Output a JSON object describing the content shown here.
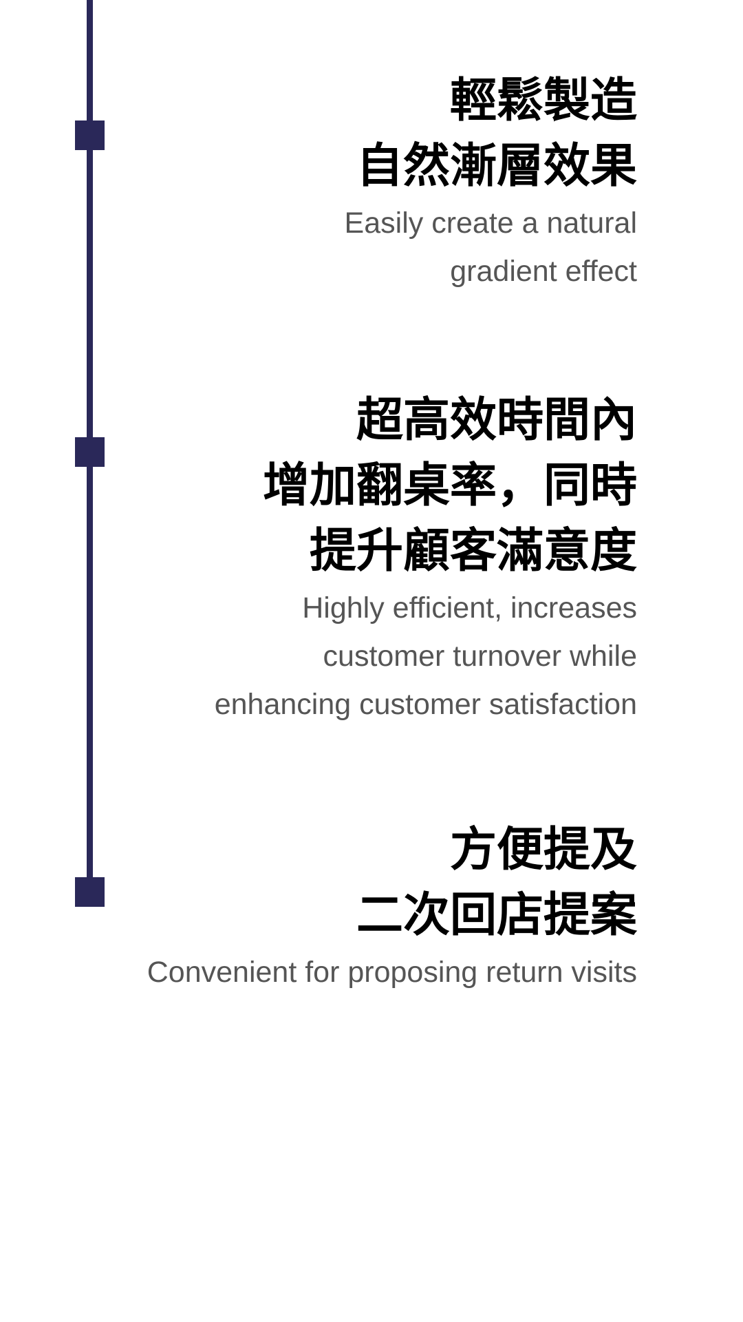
{
  "accent_color": "#2a2859",
  "items": [
    {
      "title_lines": [
        "輕鬆製造",
        "自然漸層效果"
      ],
      "subtitle_lines": [
        "Easily create a natural",
        "gradient effect"
      ]
    },
    {
      "title_lines": [
        "超高效時間內",
        "增加翻桌率，同時",
        "提升顧客滿意度"
      ],
      "subtitle_lines": [
        "Highly efficient, increases",
        "customer turnover while",
        "enhancing customer satisfaction"
      ]
    },
    {
      "title_lines": [
        "方便提及",
        "二次回店提案"
      ],
      "subtitle_lines": [
        "Convenient for proposing return visits"
      ]
    }
  ]
}
